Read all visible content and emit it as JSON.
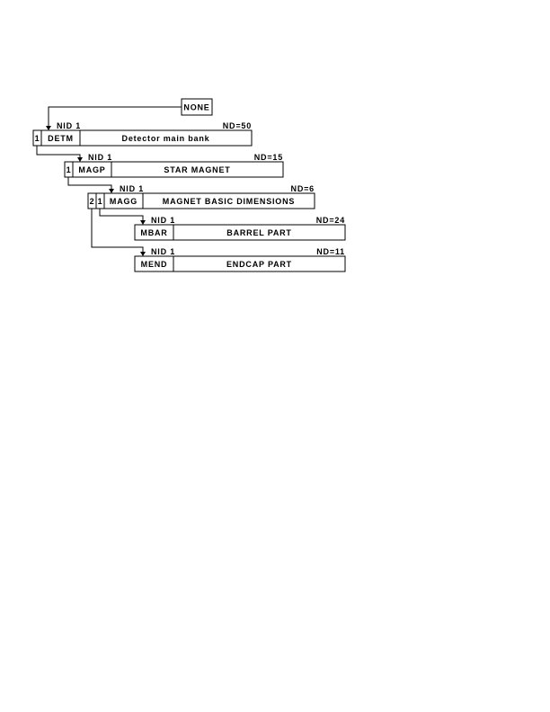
{
  "root": {
    "label": "NONE"
  },
  "banks": [
    {
      "id": "detm",
      "links": [
        "1"
      ],
      "name": "DETM",
      "title": "Detector main bank",
      "nid": "NID 1",
      "nd": "ND=50"
    },
    {
      "id": "magp",
      "links": [
        "1"
      ],
      "name": "MAGP",
      "title": "STAR MAGNET",
      "nid": "NID 1",
      "nd": "ND=15"
    },
    {
      "id": "magg",
      "links": [
        "2",
        "1"
      ],
      "name": "MAGG",
      "title": "MAGNET BASIC DIMENSIONS",
      "nid": "NID 1",
      "nd": "ND=6"
    },
    {
      "id": "mbar",
      "links": [],
      "name": "MBAR",
      "title": "BARREL PART",
      "nid": "NID 1",
      "nd": "ND=24"
    },
    {
      "id": "mend",
      "links": [],
      "name": "MEND",
      "title": "ENDCAP PART",
      "nid": "NID 1",
      "nd": "ND=11"
    }
  ]
}
